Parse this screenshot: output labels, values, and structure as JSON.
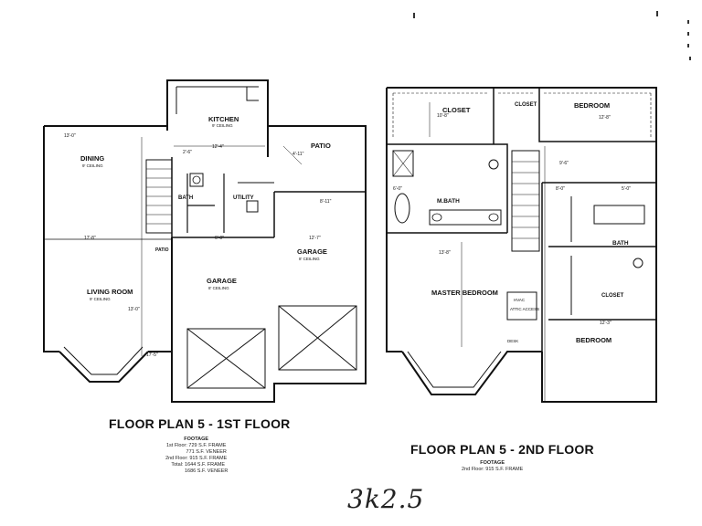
{
  "plan1": {
    "title": "FLOOR PLAN 5 - 1ST FLOOR",
    "footage": [
      "FOOTAGE",
      "1st Floor: 729 S.F. FRAME",
      "771 S.F. VENEER",
      "2nd Floor: 915 S.F. FRAME",
      "Total: 1644 S.F. FRAME",
      "1686 S.F. VENEER"
    ],
    "rooms": {
      "kitchen": "KITCHEN",
      "kitchen_note": "9' CEILING",
      "dining": "DINING",
      "dining_note": "9' CEILING",
      "living": "LIVING ROOM",
      "living_note": "9' CEILING",
      "bath": "BATH",
      "utility": "UTILITY",
      "garage_left": "GARAGE",
      "garage_left_note": "8' CEILING",
      "garage_right": "GARAGE",
      "garage_right_note": "8' CEILING",
      "patio": "PATIO",
      "patio_label2": "PATIO"
    },
    "dims": [
      "13'-0\"",
      "2'-6\"",
      "12'-4\"",
      "17'-8\"",
      "8'-11\"",
      "12'-7\"",
      "6'-0\"",
      "4'-11\"",
      "13'-0\"",
      "17'-5\""
    ]
  },
  "plan2": {
    "title": "FLOOR PLAN 5 - 2ND FLOOR",
    "footage": [
      "FOOTAGE",
      "2nd Floor: 915 S.F. FRAME"
    ],
    "rooms": {
      "bedroom1": "BEDROOM",
      "bedroom2": "BEDROOM",
      "closet1": "CLOSET",
      "closet2": "CLOSET",
      "closet3": "CLOSET",
      "mbath": "M.BATH",
      "master": "MASTER BEDROOM",
      "bath": "BATH",
      "hvac": "HVAC",
      "attic": "ATTIC ACCESS",
      "desk": "DESK"
    },
    "dims": [
      "10'-8\"",
      "12'-8\"",
      "13'-8\"",
      "12'-3\"",
      "8'-0\"",
      "5'-0\"",
      "6'-0\"",
      "9'-6\""
    ]
  },
  "handwriting": "3k2.5"
}
